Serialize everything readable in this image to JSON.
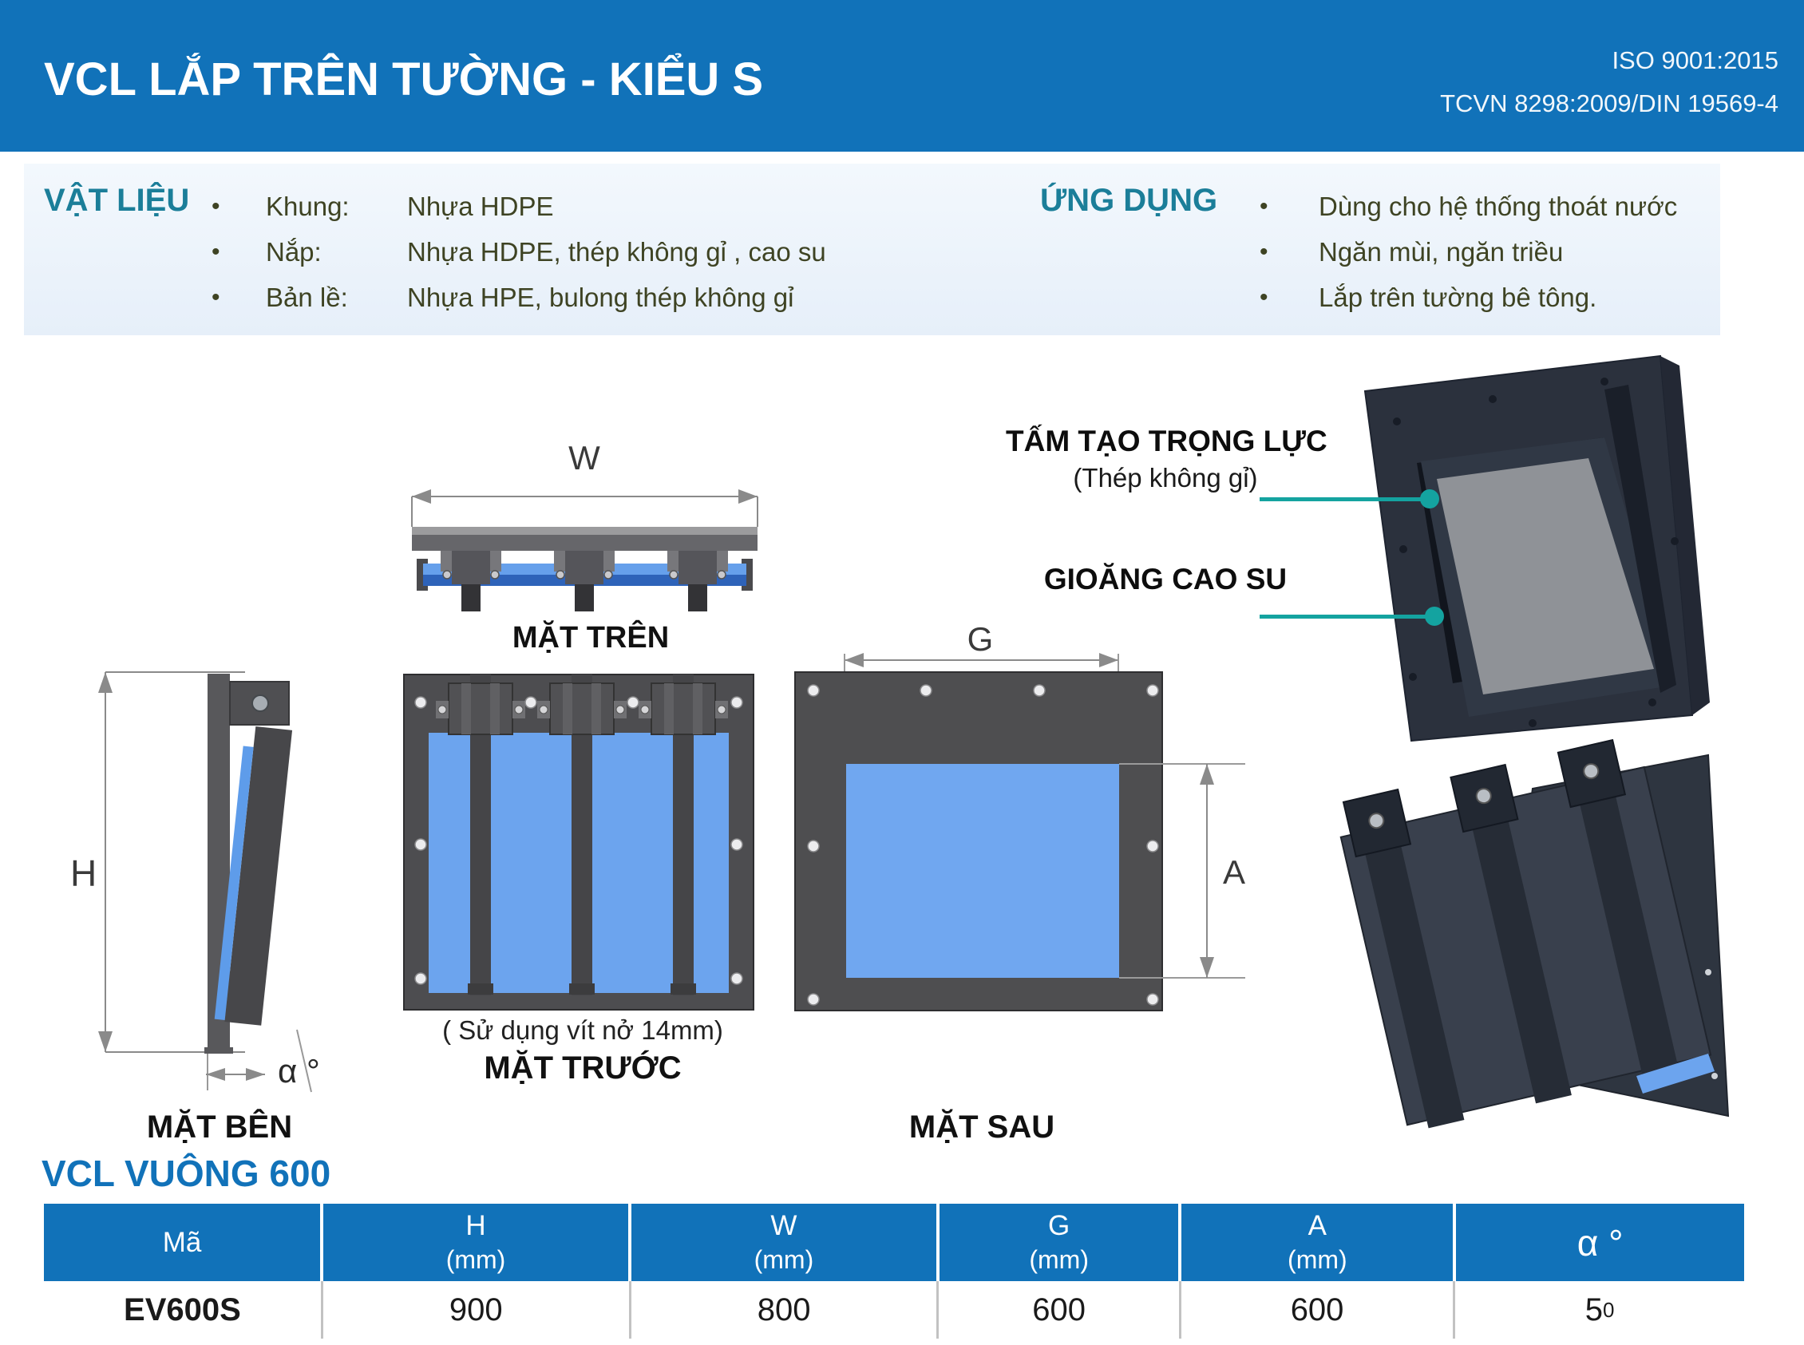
{
  "header": {
    "title": "VCL LẮP TRÊN TƯỜNG - KIỂU S",
    "cert_line1": "ISO 9001:2015",
    "cert_line2": "TCVN 8298:2009/DIN 19569-4"
  },
  "info": {
    "materials": {
      "heading": "VẬT LIỆU",
      "bullet": "•",
      "items": [
        {
          "label": "Khung:",
          "value": "Nhựa HDPE"
        },
        {
          "label": "Nắp:",
          "value": "Nhựa HDPE, thép không gỉ , cao su"
        },
        {
          "label": "Bản lề:",
          "value": "Nhựa HPE, bulong thép không gỉ"
        }
      ]
    },
    "applications": {
      "heading": "ỨNG DỤNG",
      "bullet": "•",
      "items": [
        {
          "text": "Dùng cho hệ thống thoát nước"
        },
        {
          "text": "Ngăn mùi, ngăn triều"
        },
        {
          "text": "Lắp trên tường bê tông."
        }
      ]
    }
  },
  "drawings": {
    "top_view": {
      "caption": "MẶT TRÊN",
      "dim_label": "W"
    },
    "side_view": {
      "caption": "MẶT BÊN",
      "dim_label": "H",
      "angle_label": "α °"
    },
    "front_view": {
      "caption": "MẶT TRƯỚC",
      "note": "( Sử dụng vít nở 14mm)"
    },
    "back_view": {
      "caption": "MẶT SAU",
      "dim_width_label": "G",
      "dim_height_label": "A"
    }
  },
  "callouts": {
    "plate_title": "TẤM TẠO TRỌNG LỰC",
    "plate_subtitle": "(Thép không gỉ)",
    "gasket": "GIOĂNG CAO SU"
  },
  "product_table": {
    "heading": "VCL VUÔNG 600",
    "columns": [
      {
        "label": "Mã",
        "unit": ""
      },
      {
        "label": "H",
        "unit": "(mm)"
      },
      {
        "label": "W",
        "unit": "(mm)"
      },
      {
        "label": "G",
        "unit": "(mm)"
      },
      {
        "label": "A",
        "unit": "(mm)"
      },
      {
        "label": "α °",
        "unit": ""
      }
    ],
    "rows": [
      {
        "ma": "EV600S",
        "h": "900",
        "w": "800",
        "g": "600",
        "a": "600",
        "alpha": "5",
        "alpha_sup": "0"
      }
    ]
  },
  "colors": {
    "brand_blue": "#1172B9",
    "heading_teal": "#1B7E99",
    "callout_teal": "#14A3A0",
    "body_olive": "#3E4323",
    "drawing_blue": "#6CA4EE",
    "frame_gray": "#4E4E50"
  }
}
